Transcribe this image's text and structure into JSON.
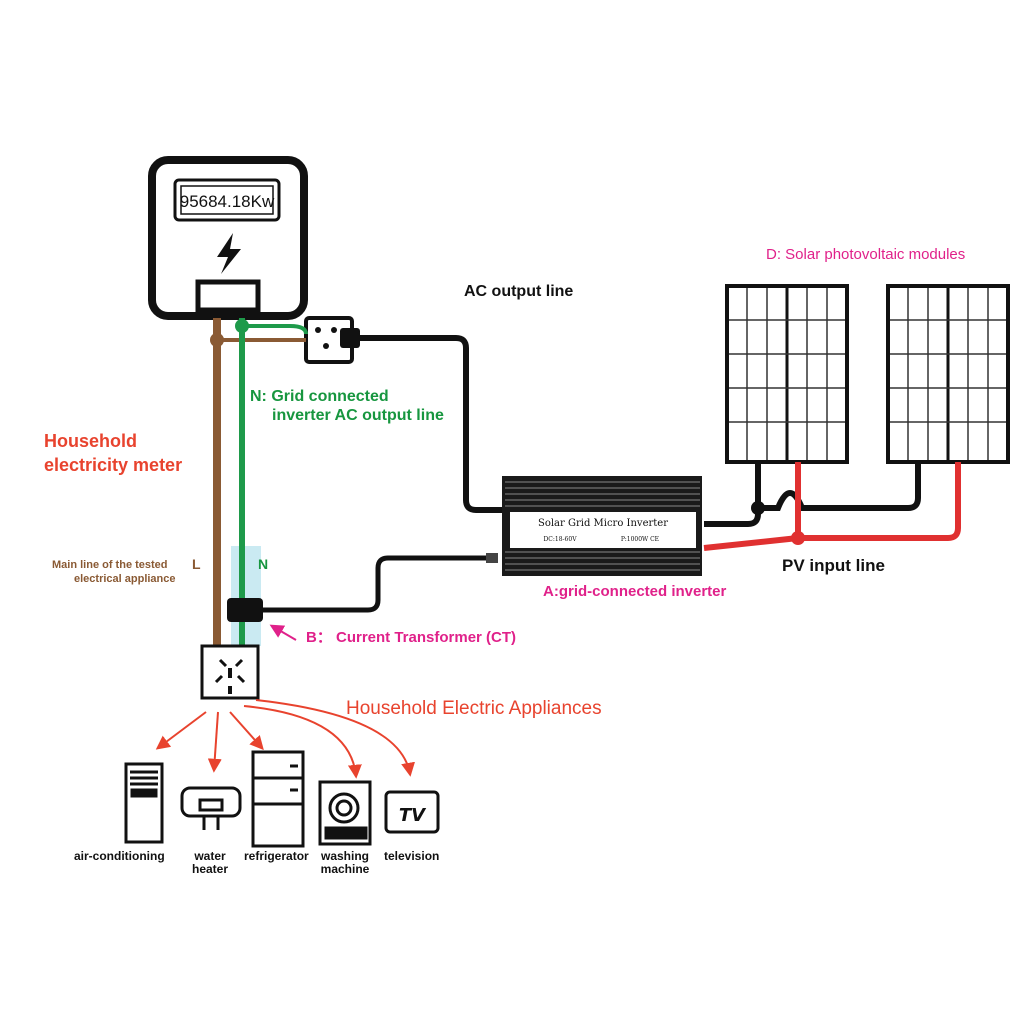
{
  "meter": {
    "reading": "95684.18Kw",
    "label_line1": "Household",
    "label_line2": "electricity meter"
  },
  "labels": {
    "ac_output_line": "AC output line",
    "n_label_line1": "N: Grid connected",
    "n_label_line2": "inverter AC output line",
    "main_line_line1": "Main line of the tested",
    "main_line_line2": "electrical appliance",
    "l_tag": "L",
    "n_tag": "N",
    "ct_label": "B： Current Transformer (CT)",
    "inverter_label": "A:grid-connected inverter",
    "pv_input_line": "PV input line",
    "pv_modules_label": "D: Solar photovoltaic modules",
    "appliances_title": "Household Electric Appliances"
  },
  "inverter": {
    "title": "Solar Grid Micro Inverter",
    "spec_left": "DC:18-60V",
    "spec_right": "P:1000W CE"
  },
  "appliances": [
    {
      "name": "air-conditioning"
    },
    {
      "name": "water\nheater"
    },
    {
      "name": "refrigerator"
    },
    {
      "name": "washing\nmachine"
    },
    {
      "name": "television"
    }
  ],
  "tv_icon_text": "TV",
  "colors": {
    "brown_wire": "#8a5a34",
    "green_wire": "#1e9a4a",
    "red_wire": "#e03030",
    "black_wire": "#111111",
    "label_red": "#e8432e",
    "label_green": "#17963f",
    "label_pink": "#e0218a",
    "label_brown": "#8a5a34"
  }
}
